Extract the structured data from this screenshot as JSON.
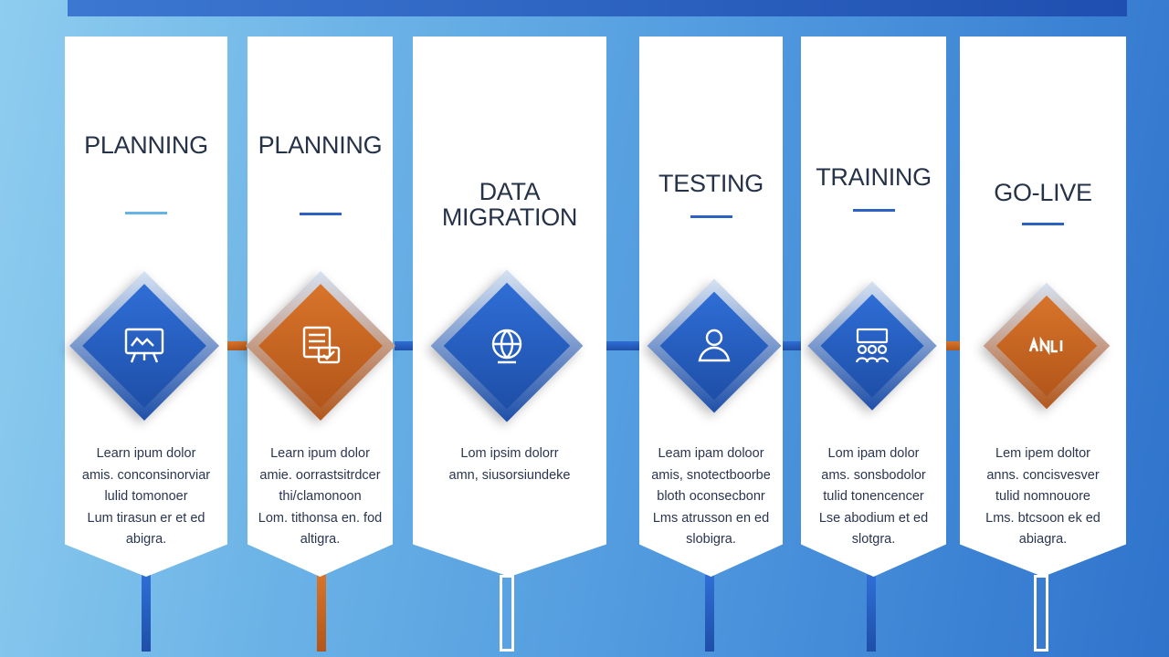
{
  "colors": {
    "blue": "#2f6ed6",
    "blue_dark": "#1e4fa8",
    "orange": "#d8742a",
    "orange_dark": "#b3561a",
    "rule_light": "#64b4e8",
    "rule_blue": "#2d62c4"
  },
  "stages": [
    {
      "title": "PLANNING",
      "color": "blue",
      "icon": "presentation-board-icon",
      "text": "Learn ipum dolor\namis. conconsinorviar\nlulid tomonoer\nLum tirasun er et ed\nabigra."
    },
    {
      "title": "PLANNING",
      "color": "orange",
      "icon": "document-checklist-icon",
      "text": "Learn ipum dolor\namie. oorrastsitrdcer\nthi/clamonoon\nLom. tithonsa en. fod\naltigra."
    },
    {
      "title": "DATA\nMIGRATION",
      "color": "blue",
      "icon": "globe-transfer-icon",
      "text": "Lom ipsim dolorr\namn, siusorsiundeke"
    },
    {
      "title": "TESTING",
      "color": "blue",
      "icon": "user-check-icon",
      "text": "Leam ipam doloor\namis, snotectboorbe\nbloth oconsecbonr\nLms atrusson en ed\nslobigra."
    },
    {
      "title": "TRAINING",
      "color": "blue",
      "icon": "training-group-icon",
      "text": "Lom ipam dolor\nams. sonsbodolor\ntulid tonencencer\nLse abodium et ed\nslotgra."
    },
    {
      "title": "GO-LIVE",
      "color": "orange",
      "icon": "launch-badge-icon",
      "text": "Lem ipem doltor\nanns. concisvesver\ntulid nomnouore\nLms. btcsoon ek ed\nabiagra."
    }
  ]
}
